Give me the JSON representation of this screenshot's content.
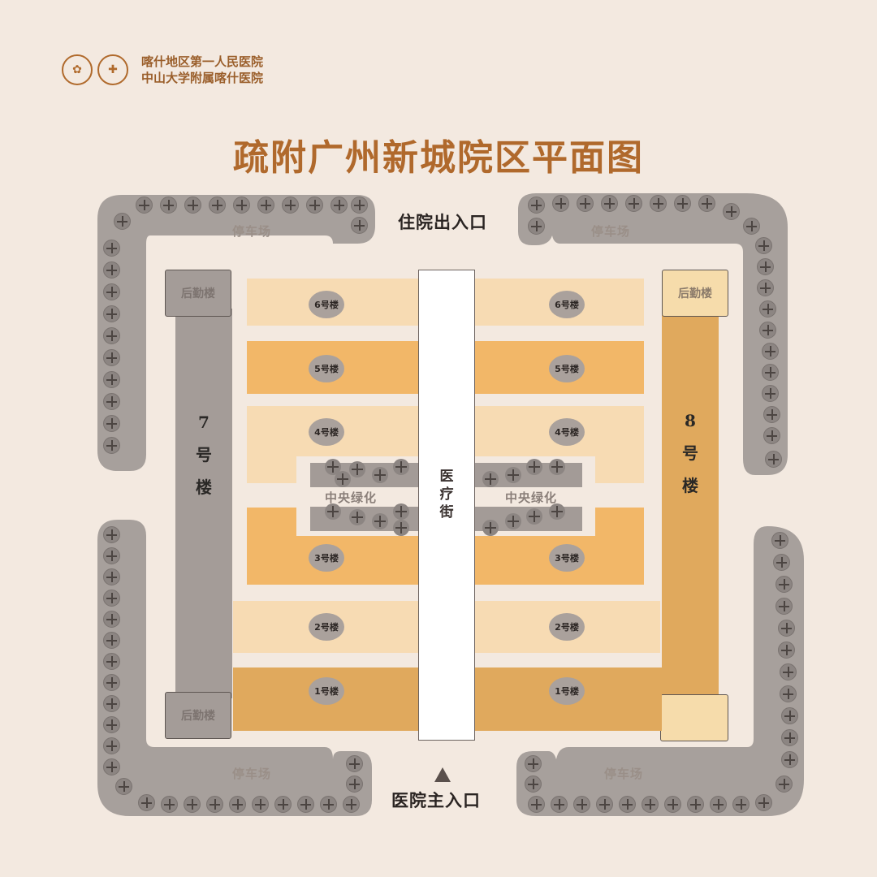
{
  "header": {
    "logo1_icon": "university-seal-icon",
    "logo2_icon": "hospital-seal-icon",
    "hospital_line1": "喀什地区第一人民医院",
    "hospital_line2": "中山大学附属喀什医院"
  },
  "title": "疏附广州新城院区平面图",
  "map": {
    "inpatient_entrance": "住院出入口",
    "main_entrance": "医院主入口",
    "parking": "停车场",
    "logistics": "后勤楼",
    "central_green": "中央绿化",
    "medical_street": [
      "医",
      "疗",
      "街"
    ],
    "building7": [
      "7",
      "号",
      "楼"
    ],
    "building8": [
      "8",
      "号",
      "楼"
    ],
    "buildings": {
      "b6": "6号楼",
      "b5": "5号楼",
      "b4": "4号楼",
      "b3": "3号楼",
      "b2": "2号楼",
      "b1": "1号楼"
    }
  },
  "colors": {
    "background": "#f3e9e0",
    "title": "#b0692c",
    "pale_block": "#f7dbb3",
    "mid_block": "#f2b768",
    "dark_block": "#e0a95d",
    "grey_band": "#a7a09c"
  }
}
